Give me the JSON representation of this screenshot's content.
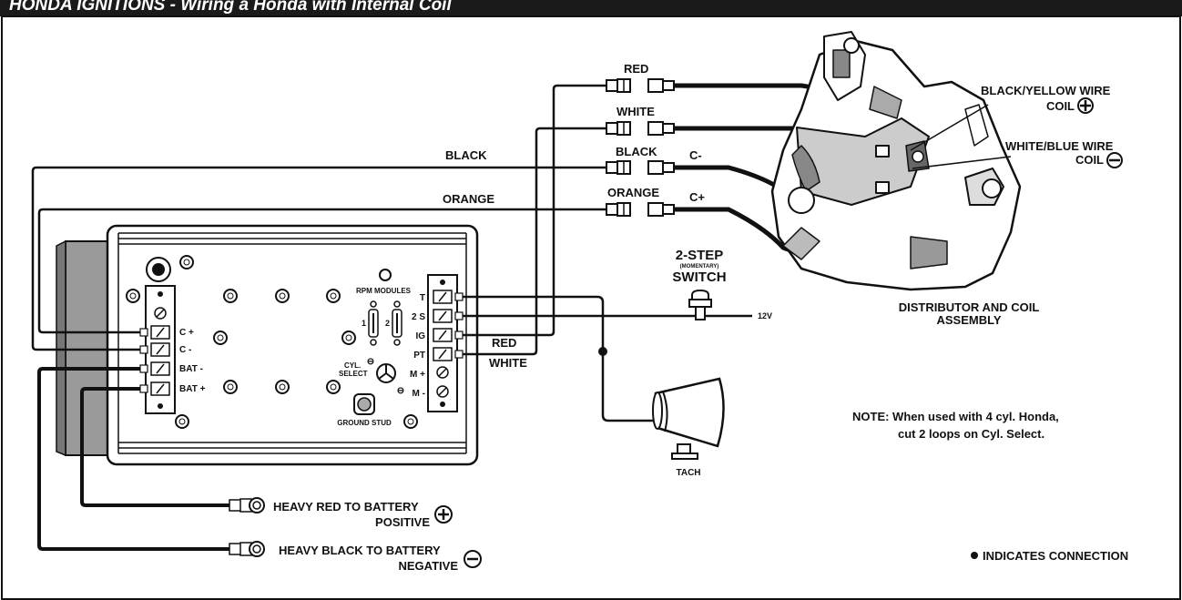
{
  "title": "HONDA IGNITIONS - Wiring a Honda with Internal Coil",
  "wire_labels": {
    "red": "RED",
    "white": "WHITE",
    "black": "BLACK",
    "orange": "ORANGE",
    "c_minus": "C-",
    "c_plus": "C+"
  },
  "coil_labels": {
    "black_yellow": "BLACK/YELLOW WIRE",
    "coil_pos": "COIL",
    "white_blue": "WHITE/BLUE WIRE",
    "coil_neg": "COIL"
  },
  "distributor_label_1": "DISTRIBUTOR AND COIL",
  "distributor_label_2": "ASSEMBLY",
  "switch": {
    "title": "2-STEP",
    "sub": "(MOMENTARY)",
    "name": "SWITCH",
    "voltage": "12V"
  },
  "tach_label": "TACH",
  "box": {
    "rpm_modules": "RPM MODULES",
    "module_1": "1",
    "module_2": "2",
    "cyl_select_1": "CYL.",
    "cyl_select_2": "SELECT",
    "ground_stud": "GROUND STUD",
    "left_terminals": [
      "C +",
      "C -",
      "BAT -",
      "BAT +"
    ],
    "right_terminals": [
      "T",
      "2 S",
      "IG",
      "PT",
      "M +",
      "M -"
    ]
  },
  "box_wire_labels": {
    "red": "RED",
    "white": "WHITE"
  },
  "battery": {
    "red_1": "HEAVY RED TO BATTERY",
    "red_2": "POSITIVE",
    "black_1": "HEAVY BLACK TO BATTERY",
    "black_2": "NEGATIVE"
  },
  "note_1": "NOTE: When used with 4 cyl. Honda,",
  "note_2": "cut 2 loops on Cyl. Select.",
  "legend": "INDICATES CONNECTION"
}
